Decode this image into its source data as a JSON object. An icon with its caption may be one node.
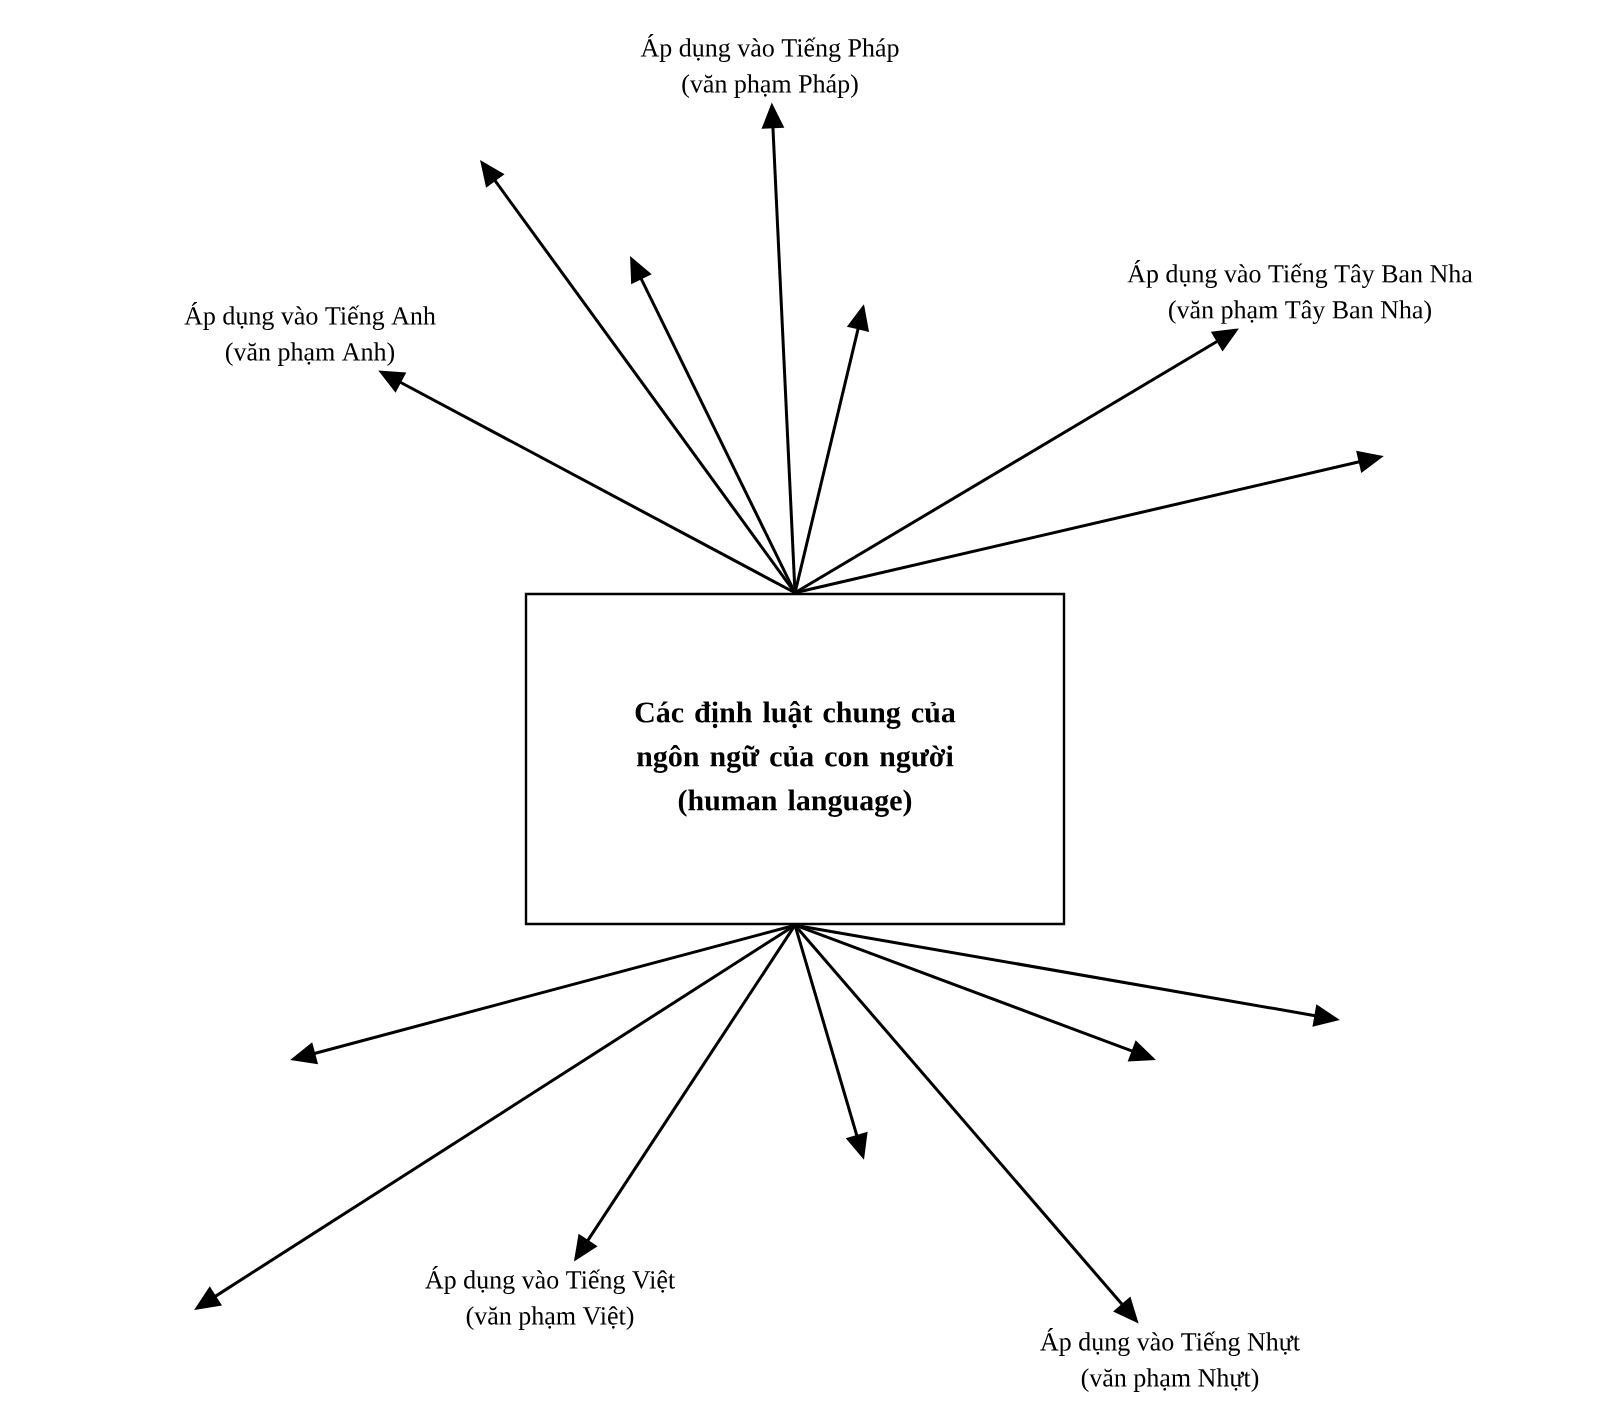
{
  "diagram": {
    "nodes": [
      {
        "text": [
          "Các định luật chung của ngôn ngữ của con người",
          "(human language)"
        ]
      },
      {
        "text": [
          "Áp dụng vào Tiếng Anh",
          "(văn phạm Anh)"
        ]
      },
      {
        "text": [
          "Áp dụng vào Tiếng Pháp",
          "(văn phạm Pháp)"
        ]
      },
      {
        "text": [
          "Áp dụng vào Tiếng Tây Ban Nha",
          "(văn phạm Tây Ban Nha)"
        ]
      },
      {
        "text": [
          "Áp dụng vào Tiếng Việt",
          "(văn phạm Việt)"
        ]
      },
      {
        "text": [
          "Áp dụng vào Tiếng Nhựt",
          "(văn phạm Nhựt)"
        ]
      }
    ],
    "edges": [
      {
        "from": 0,
        "to": 1,
        "arrow": "to"
      },
      {
        "from": 0,
        "to": null,
        "arrow": "to"
      },
      {
        "from": 0,
        "to": null,
        "arrow": "to"
      },
      {
        "from": 0,
        "to": 2,
        "arrow": "to"
      },
      {
        "from": 0,
        "to": null,
        "arrow": "to"
      },
      {
        "from": 0,
        "to": 3,
        "arrow": "to"
      },
      {
        "from": 0,
        "to": null,
        "arrow": "to"
      },
      {
        "from": 0,
        "to": null,
        "arrow": "to"
      },
      {
        "from": 0,
        "to": null,
        "arrow": "to"
      },
      {
        "from": 0,
        "to": 4,
        "arrow": "to"
      },
      {
        "from": 0,
        "to": null,
        "arrow": "to"
      },
      {
        "from": 0,
        "to": 5,
        "arrow": "to"
      },
      {
        "from": 0,
        "to": null,
        "arrow": "to"
      },
      {
        "from": 0,
        "to": null,
        "arrow": "to"
      }
    ]
  }
}
